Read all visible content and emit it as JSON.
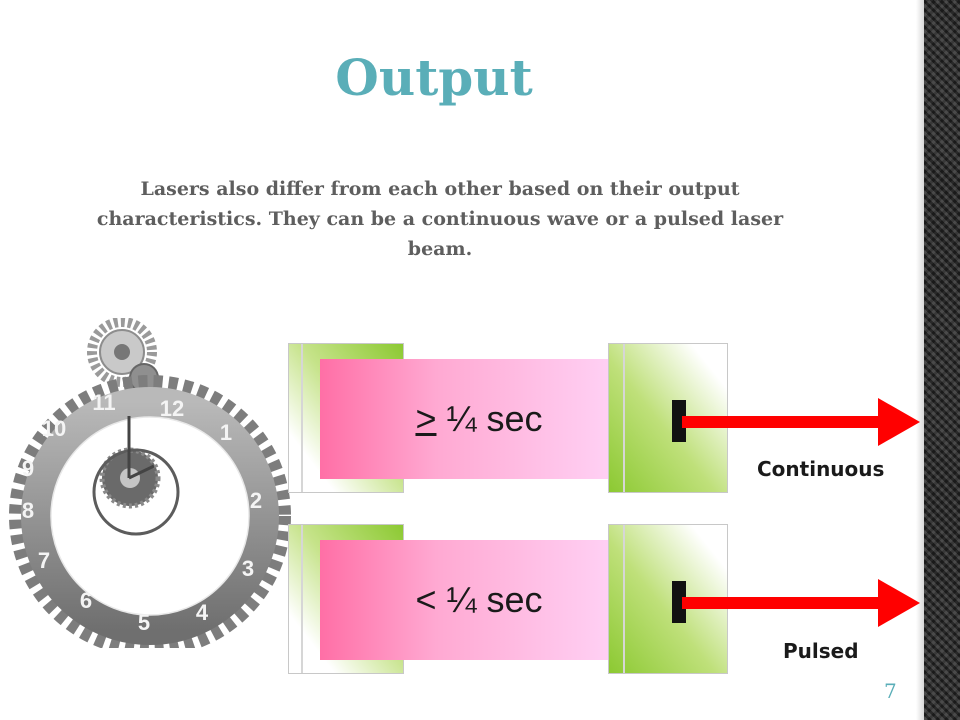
{
  "slide": {
    "title": "Output",
    "body": "Lasers also differ from each other based on their output characteristics. They can be a continuous wave or a pulsed laser beam.",
    "page_number": "7"
  },
  "clock": {
    "numerals": [
      "12",
      "1",
      "2",
      "3",
      "4",
      "5",
      "6",
      "7",
      "8",
      "9",
      "10",
      "11"
    ]
  },
  "diagram": {
    "rows": [
      {
        "symbol": ">",
        "duration": "¼ sec",
        "caption": "Continuous"
      },
      {
        "symbol": "<",
        "duration": "¼ sec",
        "caption": "Pulsed"
      }
    ]
  },
  "colors": {
    "title": "#5aaeb8",
    "body_text": "#5e5e5e",
    "mirror_green": "#8cc932",
    "tube_pink": "#ff6fa6",
    "beam_red": "#ff0000"
  }
}
